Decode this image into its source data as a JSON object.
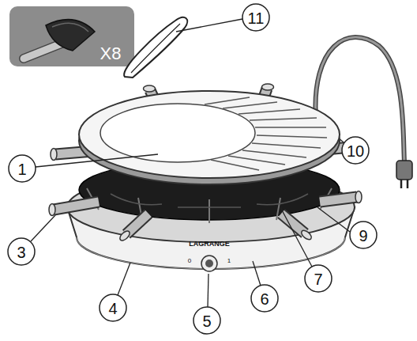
{
  "diagram": {
    "labels": [
      "X8",
      "11",
      "10",
      "1",
      "9",
      "3",
      "7",
      "LAGRANGE",
      "0",
      "1",
      "4",
      "6",
      "5"
    ]
  }
}
